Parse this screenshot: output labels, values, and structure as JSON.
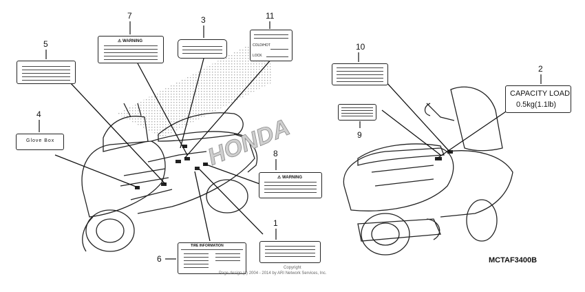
{
  "callouts": [
    "1",
    "2",
    "3",
    "4",
    "5",
    "6",
    "7",
    "8",
    "9",
    "10",
    "11"
  ],
  "labels": {
    "warning": "⚠ WARNING",
    "glove_box": "Glove Box",
    "capacity_line1": "CAPACITY LOAD",
    "capacity_line2": "0.5kg(1.1lb)",
    "label11_a": "COLD/HOT",
    "label11_b": "LOCK",
    "label6_header": "TIRE INFORMATION"
  },
  "watermark": "HONDA",
  "diagram_code": "MCTAF3400B",
  "copyright": {
    "line1": "Copyright",
    "line2": "Page design (c) 2004 - 2014 by ARI Network Services, Inc."
  }
}
